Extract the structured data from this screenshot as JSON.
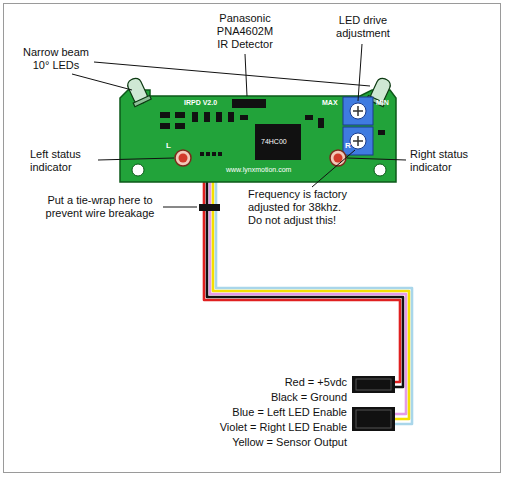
{
  "diagram": {
    "labels": [
      "Narrow beam 10° LEDs",
      "Panasonic PNA4602M IR Detector",
      "LED drive adjustment",
      "Left status indicator",
      "Right status indicator",
      "Put a tie-wrap here to prevent wire breakage",
      "Frequency is factory adjusted for 38khz. Do not adjust this!",
      "IRPD V2.0",
      "MAX",
      "MIN",
      "74HC00",
      "www.lynxmotion.com",
      "L",
      "R",
      "Red = +5vdc",
      "Black = Ground",
      "Blue = Left LED Enable",
      "Violet = Right LED Enable",
      "Yellow = Sensor Output"
    ]
  }
}
